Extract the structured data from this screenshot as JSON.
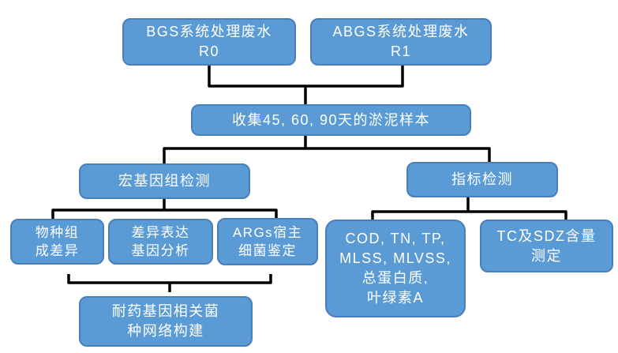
{
  "diagram": {
    "title": "ABGS/BGS sludge sample analysis flowchart",
    "background": "#ffffff",
    "node_fill": "#5b9bd5",
    "node_border": "#4a7ebb",
    "text_color": "#ffffff",
    "connector_color": "#000000"
  },
  "nodes": {
    "bgs": {
      "lines": [
        "BGS系统处理废水",
        "R0"
      ]
    },
    "abgs": {
      "lines": [
        "ABGS系统处理废水",
        "R1"
      ]
    },
    "collect": {
      "lines": [
        "收集45, 60, 90天的淤泥样本"
      ]
    },
    "metagenome": {
      "lines": [
        "宏基因组检测"
      ]
    },
    "indicator": {
      "lines": [
        "指标检测"
      ]
    },
    "species": {
      "lines": [
        "物种组",
        "成差异"
      ]
    },
    "diff_expr": {
      "lines": [
        "差异表达",
        "基因分析"
      ]
    },
    "args_host": {
      "lines": [
        "ARGs宿主",
        "细菌鉴定"
      ]
    },
    "network": {
      "lines": [
        "耐药基因相关菌",
        "种网络构建"
      ]
    },
    "indicators_list": {
      "lines": [
        "COD, TN, TP,",
        "MLSS, MLVSS,",
        "总蛋白质,",
        "叶绿素A"
      ]
    },
    "tc_sdz": {
      "lines": [
        "TC及SDZ含量",
        "测定"
      ]
    }
  }
}
